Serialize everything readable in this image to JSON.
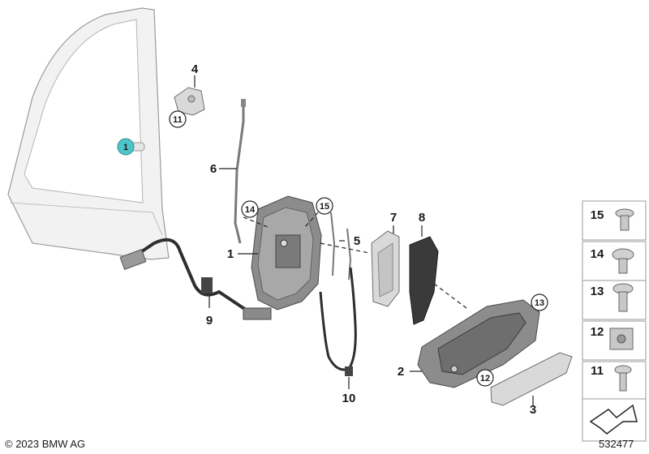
{
  "callouts": {
    "door_highlight": "1",
    "c1": "1",
    "c2": "2",
    "c3": "3",
    "c4": "4",
    "c5": "5",
    "c6": "6",
    "c7": "7",
    "c8": "8",
    "c9": "9",
    "c10": "10",
    "circ11": "11",
    "circ12": "12",
    "circ13": "13",
    "circ14": "14",
    "circ15": "15"
  },
  "legend": {
    "items": [
      "15",
      "14",
      "13",
      "12",
      "11"
    ]
  },
  "footer": {
    "copyright": "© 2023 BMW AG",
    "diagram_number": "532477"
  },
  "colors": {
    "highlight": "#4fc3c7",
    "part_light": "#d9d9d9",
    "part_dark": "#3a3a3a",
    "panel_border": "#9a9a9a"
  }
}
